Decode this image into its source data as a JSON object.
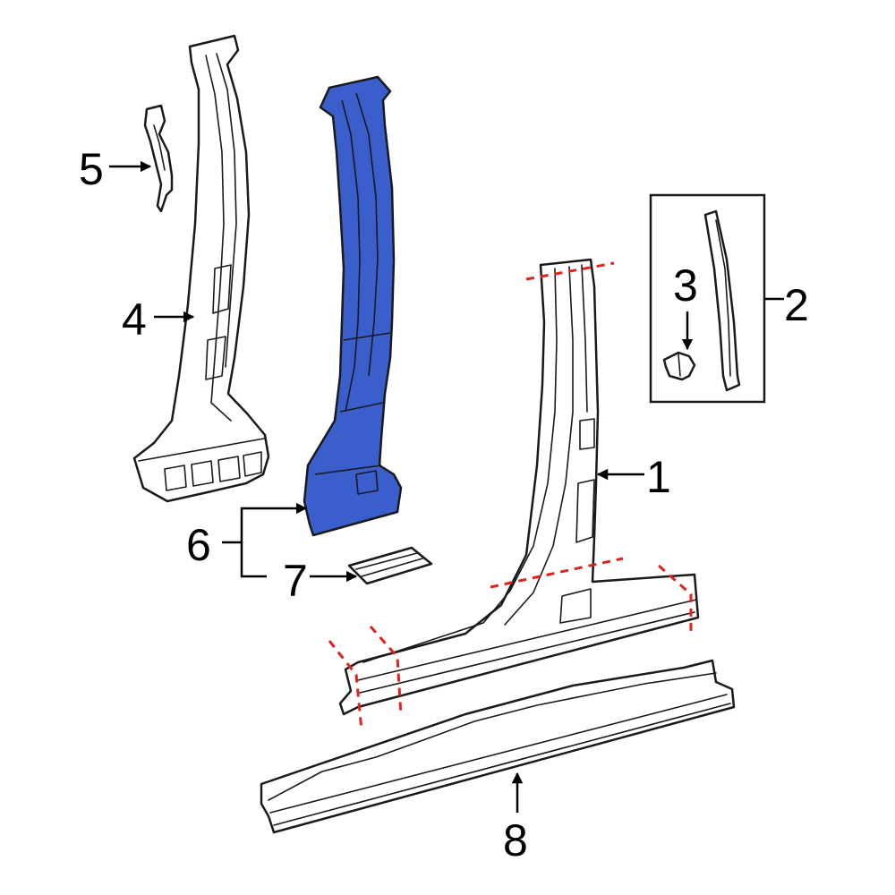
{
  "colors": {
    "highlight": "#3a5fcd",
    "cut_lines": "#e0211c",
    "line": "#1a1a1a",
    "background": "#ffffff"
  },
  "callouts": {
    "c1": "1",
    "c2": "2",
    "c3": "3",
    "c4": "4",
    "c5": "5",
    "c6": "6",
    "c7": "7",
    "c8": "8"
  }
}
